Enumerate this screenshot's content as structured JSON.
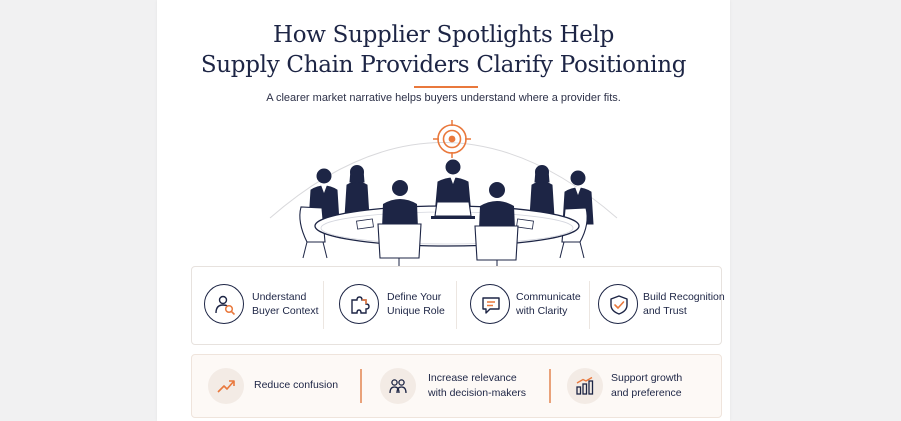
{
  "header": {
    "title_line1": "How Supplier Spotlights Help",
    "title_line2": "Supply Chain Providers Clarify Positioning",
    "subtitle": "A clearer market narrative helps buyers understand where a provider fits."
  },
  "benefits": [
    {
      "line1": "Understand",
      "line2": "Buyer Context",
      "icon": "user-search-icon"
    },
    {
      "line1": "Define Your",
      "line2": "Unique Role",
      "icon": "puzzle-piece-icon"
    },
    {
      "line1": "Communicate",
      "line2": "with Clarity",
      "icon": "speech-bubble-icon"
    },
    {
      "line1": "Build Recognition",
      "line2": "and Trust",
      "icon": "shield-check-icon"
    }
  ],
  "outcomes": [
    {
      "line1": "Reduce confusion",
      "line2": "",
      "icon": "trend-up-icon"
    },
    {
      "line1": "Increase relevance",
      "line2": "with decision-makers",
      "icon": "people-group-icon"
    },
    {
      "line1": "Support growth",
      "line2": "and preference",
      "icon": "bar-growth-icon"
    }
  ],
  "colors": {
    "navy": "#1d2545",
    "accent": "#e9783c",
    "background": "#f1f1f2"
  }
}
